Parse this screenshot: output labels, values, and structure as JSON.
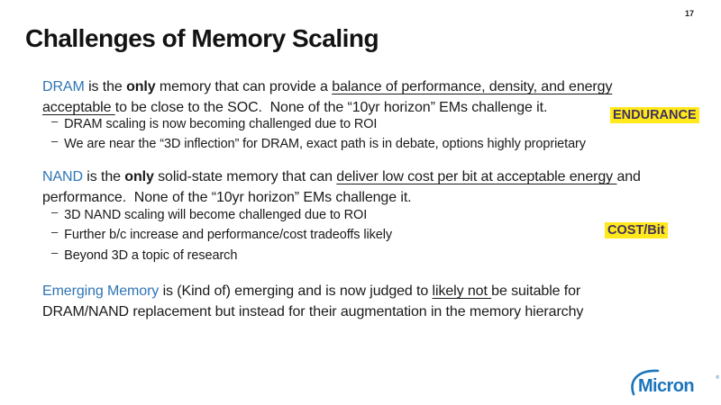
{
  "colors": {
    "keyword_blue": "#2E75B6",
    "highlight_bg": "#FFE91C",
    "highlight_text": "#41315E",
    "logo_blue": "#1B75BB",
    "text_black": "#1A1A1A"
  },
  "slide": {
    "page_number": "17",
    "title": "Challenges of Memory Scaling"
  },
  "bullets": {
    "dash": "–"
  },
  "dram": {
    "keyword": "DRAM",
    "seg_is_the": " is the ",
    "seg_only": "only",
    "seg_rest1": " memory that can provide a ",
    "seg_underline1": "balance of performance, density, and energy",
    "seg_underline2": "acceptable ",
    "seg_rest2": "to be close to the SOC.  None of the “10yr horizon” EMs challenge it.",
    "sub_bullets": [
      "DRAM scaling is now becoming challenged due to ROI",
      "We are near the “3D inflection” for DRAM, exact path is in debate, options highly proprietary"
    ],
    "label": "ENDURANCE"
  },
  "nand": {
    "keyword": "NAND",
    "seg_is_the": " is the ",
    "seg_only": "only",
    "seg_rest1": " solid-state memory that can ",
    "seg_underline1": "deliver low cost per bit at acceptable energy ",
    "seg_and": "and",
    "seg_line2": "performance.  None of the “10yr horizon” EMs challenge it.",
    "sub_bullets": [
      "3D NAND scaling will become challenged due to ROI",
      "Further b/c increase and performance/cost tradeoffs likely",
      "Beyond 3D a topic of research"
    ],
    "label": "COST/Bit"
  },
  "emerging": {
    "keyword": "Emerging Memory",
    "seg_rest1": " is (Kind of) emerging and is now judged to ",
    "seg_underline1": "likely not ",
    "seg_rest2": "be suitable for",
    "seg_line2": "DRAM/NAND replacement but instead for their augmentation in the memory hierarchy"
  },
  "logo": {
    "text": "Micron",
    "mark": "®"
  }
}
